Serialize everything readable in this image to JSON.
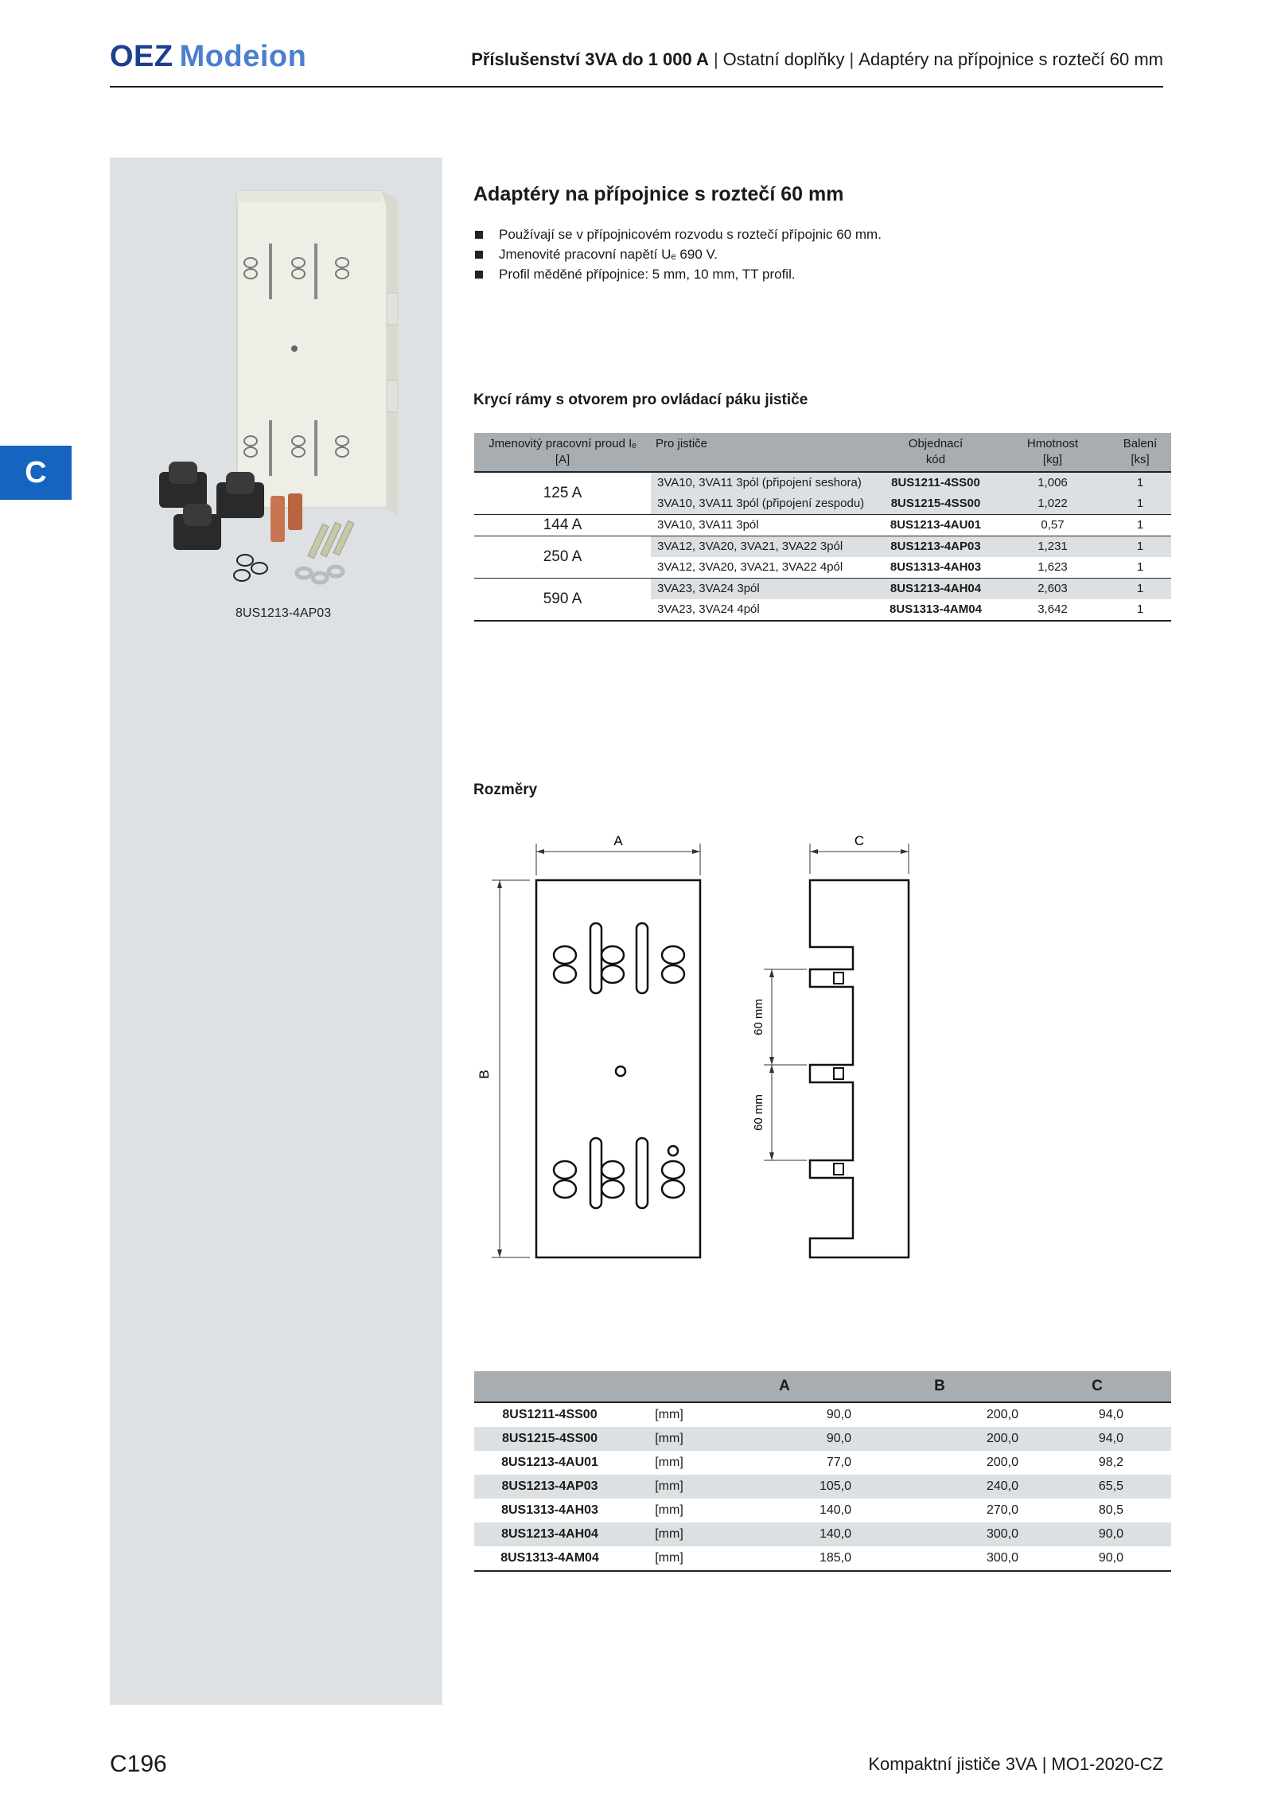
{
  "header": {
    "logo_brand": "OEZ",
    "logo_product": "Modeion",
    "breadcrumb": [
      "Příslušenství 3VA do 1 000 A",
      "Ostatní doplňky",
      "Adaptéry na přípojnice s roztečí 60 mm"
    ]
  },
  "side_tab": "C",
  "photo_caption": "8US1213-4AP03",
  "main": {
    "title": "Adaptéry na přípojnice s roztečí 60 mm",
    "features": [
      "Používají se v přípojnicovém rozvodu s roztečí přípojnic 60 mm.",
      "Jmenovité pracovní napětí Uₑ 690 V.",
      "Profil měděné přípojnice: 5 mm, 10 mm, TT profil."
    ]
  },
  "covers_table": {
    "heading": "Krycí rámy s otvorem pro ovládací páku jističe",
    "headers": {
      "current": "Jmenovitý pracovní proud Iₑ",
      "current_unit": "[A]",
      "breaker": "Pro jističe",
      "order": "Objednací",
      "order2": "kód",
      "weight": "Hmotnost",
      "weight_unit": "[kg]",
      "pack": "Balení",
      "pack_unit": "[ks]"
    },
    "groups": [
      {
        "current": "125 A",
        "rows": [
          {
            "breaker": "3VA10, 3VA11 3pól (připojení seshora)",
            "code": "8US1211-4SS00",
            "weight": "1,006",
            "pack": "1"
          },
          {
            "breaker": "3VA10, 3VA11 3pól (připojení zespodu)",
            "code": "8US1215-4SS00",
            "weight": "1,022",
            "pack": "1"
          }
        ]
      },
      {
        "current": "144 A",
        "rows": [
          {
            "breaker": "3VA10, 3VA11 3pól",
            "code": "8US1213-4AU01",
            "weight": "0,57",
            "pack": "1"
          }
        ]
      },
      {
        "current": "250 A",
        "rows": [
          {
            "breaker": "3VA12, 3VA20, 3VA21, 3VA22 3pól",
            "code": "8US1213-4AP03",
            "weight": "1,231",
            "pack": "1"
          },
          {
            "breaker": "3VA12, 3VA20, 3VA21, 3VA22 4pól",
            "code": "8US1313-4AH03",
            "weight": "1,623",
            "pack": "1"
          }
        ]
      },
      {
        "current": "590 A",
        "rows": [
          {
            "breaker": "3VA23, 3VA24 3pól",
            "code": "8US1213-4AH04",
            "weight": "2,603",
            "pack": "1"
          },
          {
            "breaker": "3VA23, 3VA24 4pól",
            "code": "8US1313-4AM04",
            "weight": "3,642",
            "pack": "1"
          }
        ]
      }
    ]
  },
  "dimensions": {
    "heading": "Rozměry",
    "drawing_labels": {
      "a": "A",
      "b": "B",
      "c": "C",
      "pitch": "60 mm"
    },
    "table_headers": [
      "A",
      "B",
      "C"
    ],
    "rows": [
      {
        "code": "8US1211-4SS00",
        "unit": "[mm]",
        "a": "90,0",
        "b": "200,0",
        "c": "94,0"
      },
      {
        "code": "8US1215-4SS00",
        "unit": "[mm]",
        "a": "90,0",
        "b": "200,0",
        "c": "94,0"
      },
      {
        "code": "8US1213-4AU01",
        "unit": "[mm]",
        "a": "77,0",
        "b": "200,0",
        "c": "98,2"
      },
      {
        "code": "8US1213-4AP03",
        "unit": "[mm]",
        "a": "105,0",
        "b": "240,0",
        "c": "65,5"
      },
      {
        "code": "8US1313-4AH03",
        "unit": "[mm]",
        "a": "140,0",
        "b": "270,0",
        "c": "80,5"
      },
      {
        "code": "8US1213-4AH04",
        "unit": "[mm]",
        "a": "140,0",
        "b": "300,0",
        "c": "90,0"
      },
      {
        "code": "8US1313-4AM04",
        "unit": "[mm]",
        "a": "185,0",
        "b": "300,0",
        "c": "90,0"
      }
    ]
  },
  "footer": {
    "page_number": "C196",
    "left": "Kompaktní jističe 3VA",
    "right": "MO1-2020-CZ"
  },
  "colors": {
    "brand_dark": "#1d3f8f",
    "brand_light": "#4a7fd0",
    "tab_blue": "#1565c0",
    "panel_gray": "#dde1e3",
    "table_header": "#a7adb0"
  }
}
